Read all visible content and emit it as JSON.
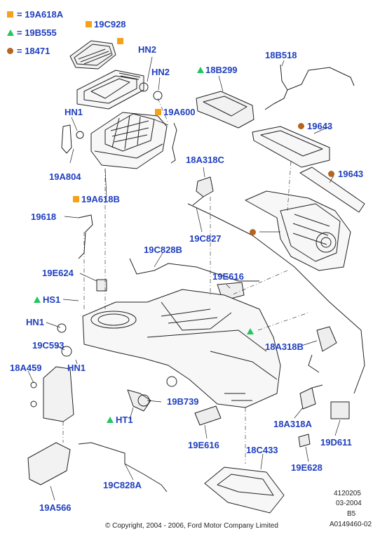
{
  "legend": [
    {
      "marker": "square",
      "text": "= 19A618A"
    },
    {
      "marker": "triangle",
      "text": "= 19B555"
    },
    {
      "marker": "circle",
      "text": "= 18471"
    }
  ],
  "colors": {
    "square": "#f5a11b",
    "triangle": "#22c55e",
    "circle": "#b5651d",
    "label": "#1f3fbf"
  },
  "labels": {
    "c19c928": "19C928",
    "hn2a": "HN2",
    "hn2b": "HN2",
    "b18b299": "18B299",
    "b18b518": "18B518",
    "hn1a": "HN1",
    "s19a600": "19A600",
    "c19643a": "19643",
    "c19643b": "19643",
    "a18a318c": "18A318C",
    "b19a804": "19A804",
    "s19a618b": "19A618B",
    "b19618": "19618",
    "b19c827": "19C827",
    "b19c828b": "19C828B",
    "b19e624": "19E624",
    "b19e616a": "19E616",
    "ths1": "HS1",
    "hn1b": "HN1",
    "b19c593": "19C593",
    "b18a318b": "18A318B",
    "b18a459": "18A459",
    "hn1c": "HN1",
    "b19b739": "19B739",
    "tht1": "HT1",
    "b18a318a": "18A318A",
    "b19e616b": "19E616",
    "b18c433": "18C433",
    "b19d611": "19D611",
    "b19e628": "19E628",
    "b19c828a": "19C828A",
    "b19a566": "19A566"
  },
  "footer": {
    "code1": "4120205",
    "date": "03-2004",
    "rev": "B5",
    "ref": "A0149460-02",
    "copyright": "© Copyright, 2004 - 2006, Ford Motor Company Limited"
  }
}
